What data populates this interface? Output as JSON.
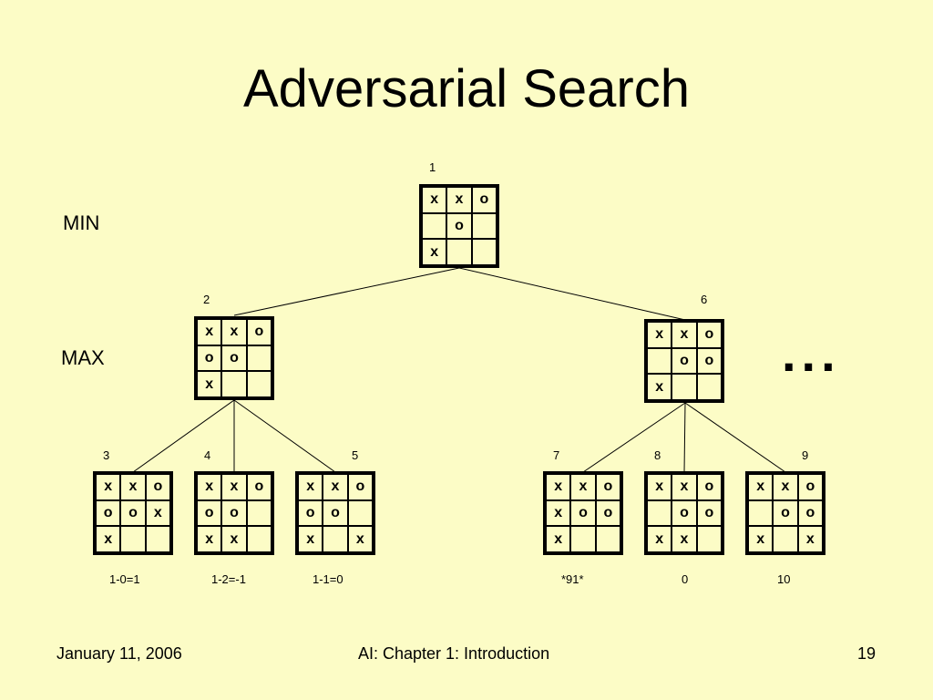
{
  "title": "Adversarial Search",
  "level_labels": [
    "MIN",
    "MAX"
  ],
  "ellipsis": "...",
  "nodes": [
    {
      "num": "1",
      "cells": [
        "x",
        "x",
        "o",
        "",
        "o",
        "",
        "x",
        "",
        ""
      ],
      "score": ""
    },
    {
      "num": "2",
      "cells": [
        "x",
        "x",
        "o",
        "o",
        "o",
        "",
        "x",
        "",
        ""
      ],
      "score": ""
    },
    {
      "num": "6",
      "cells": [
        "x",
        "x",
        "o",
        "",
        "o",
        "o",
        "x",
        "",
        ""
      ],
      "score": ""
    },
    {
      "num": "3",
      "cells": [
        "x",
        "x",
        "o",
        "o",
        "o",
        "x",
        "x",
        "",
        ""
      ],
      "score": "1-0=1"
    },
    {
      "num": "4",
      "cells": [
        "x",
        "x",
        "o",
        "o",
        "o",
        "",
        "x",
        "x",
        ""
      ],
      "score": "1-2=-1"
    },
    {
      "num": "5",
      "cells": [
        "x",
        "x",
        "o",
        "o",
        "o",
        "",
        "x",
        "",
        "x"
      ],
      "score": "1-1=0"
    },
    {
      "num": "7",
      "cells": [
        "x",
        "x",
        "o",
        "x",
        "o",
        "o",
        "x",
        "",
        ""
      ],
      "score": "*91*"
    },
    {
      "num": "8",
      "cells": [
        "x",
        "x",
        "o",
        "",
        "o",
        "o",
        "x",
        "x",
        ""
      ],
      "score": "0"
    },
    {
      "num": "9",
      "cells": [
        "x",
        "x",
        "o",
        "",
        "o",
        "o",
        "x",
        "",
        "x"
      ],
      "score": "10"
    }
  ],
  "footer": {
    "date": "January 11, 2006",
    "course": "AI: Chapter 1: Introduction",
    "page": "19"
  }
}
